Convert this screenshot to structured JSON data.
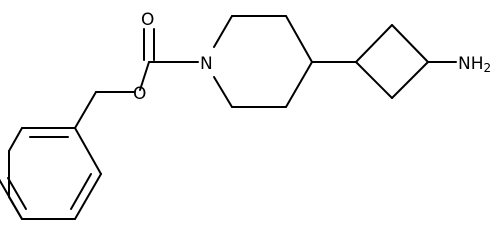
{
  "molecule": {
    "atoms": {
      "carbonyl_oxygen": "O",
      "ester_oxygen": "O",
      "ring_nitrogen": "N",
      "amine_group": "NH",
      "amine_subscript": "2"
    }
  }
}
